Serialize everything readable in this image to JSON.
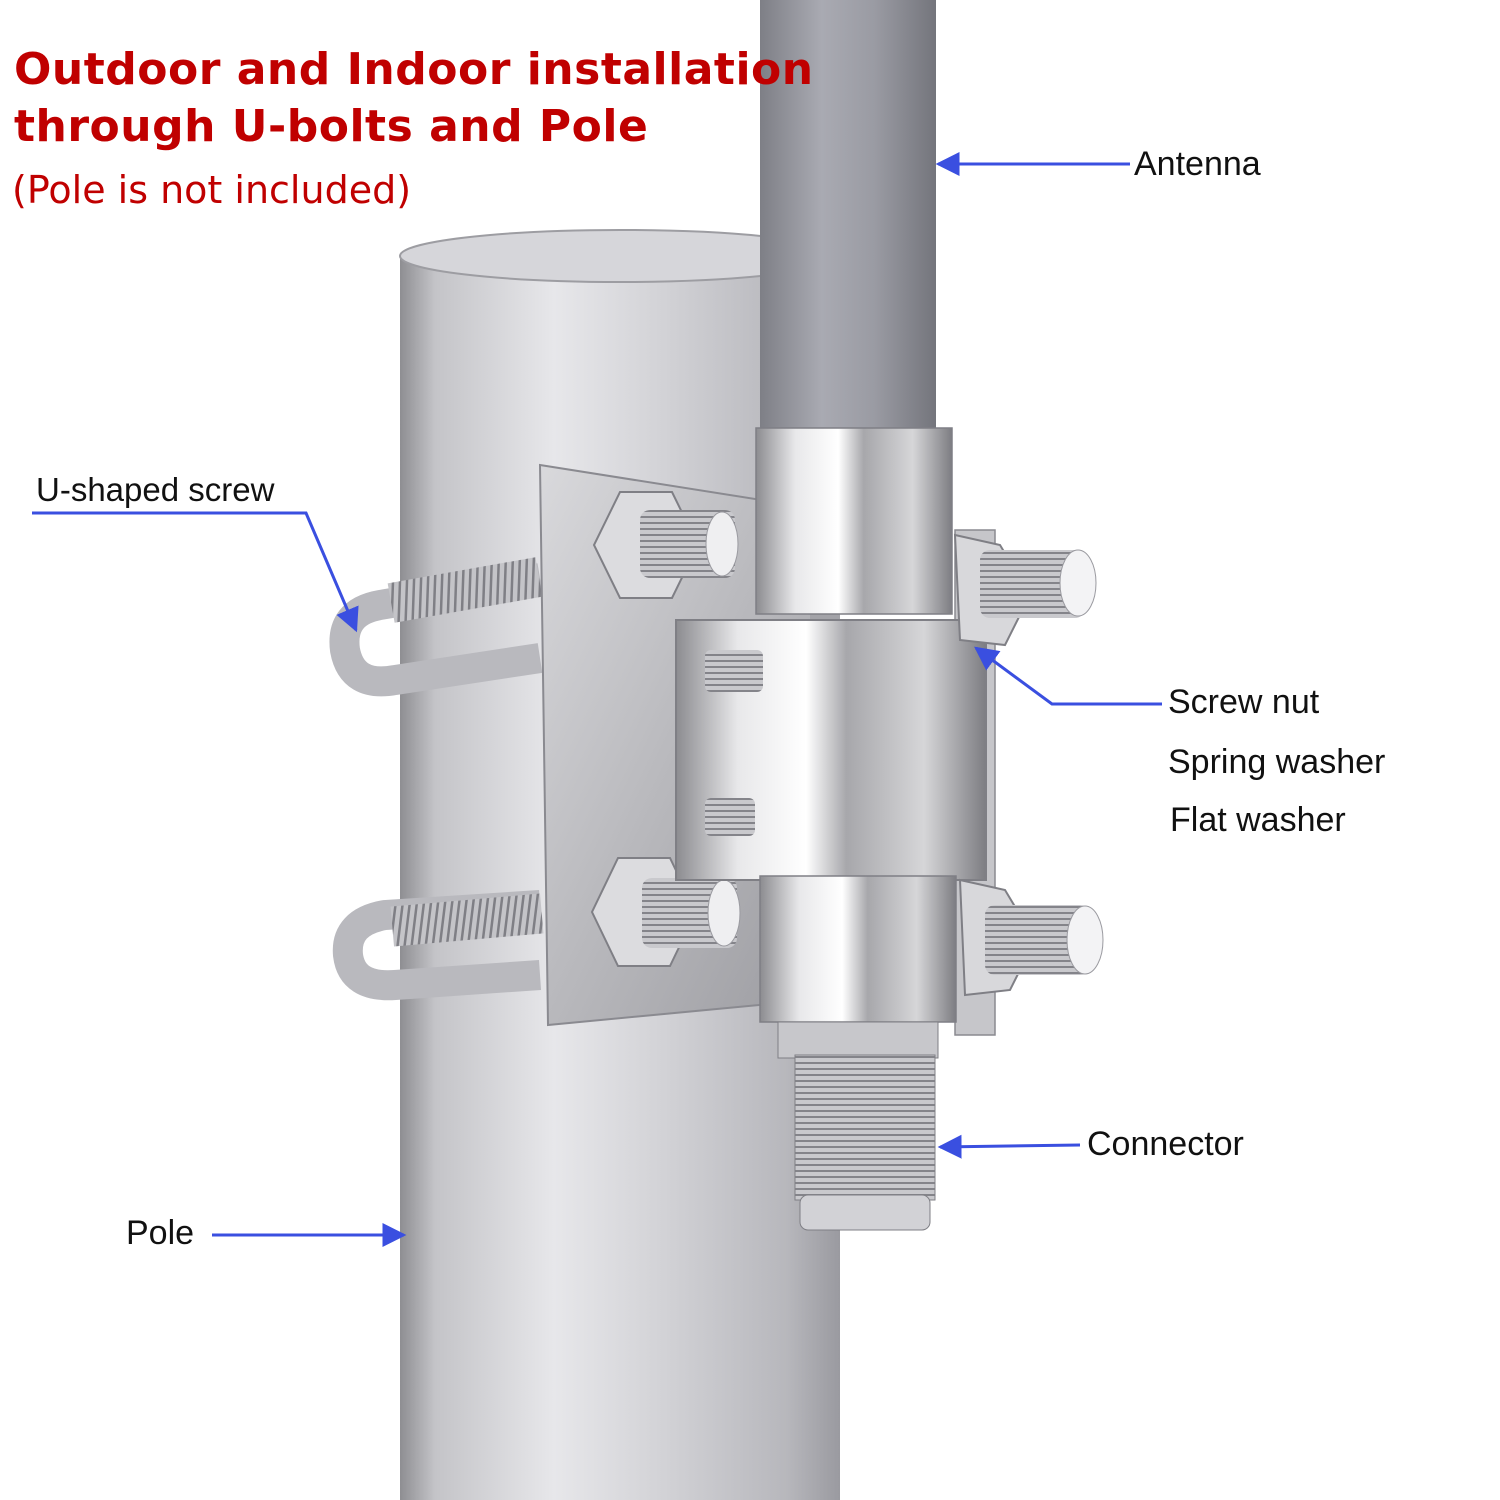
{
  "heading": {
    "line1": "Outdoor and Indoor installation",
    "line2": "through U-bolts and Pole",
    "note": "(Pole is not included)"
  },
  "callouts": {
    "antenna": "Antenna",
    "u_shaped_screw": "U-shaped screw",
    "screw_nut": "Screw nut",
    "spring_washer": "Spring washer",
    "flat_washer": "Flat washer",
    "connector": "Connector",
    "pole": "Pole"
  },
  "colors": {
    "heading": "#c00000",
    "arrow": "#3a4fe0",
    "label": "#111111"
  }
}
